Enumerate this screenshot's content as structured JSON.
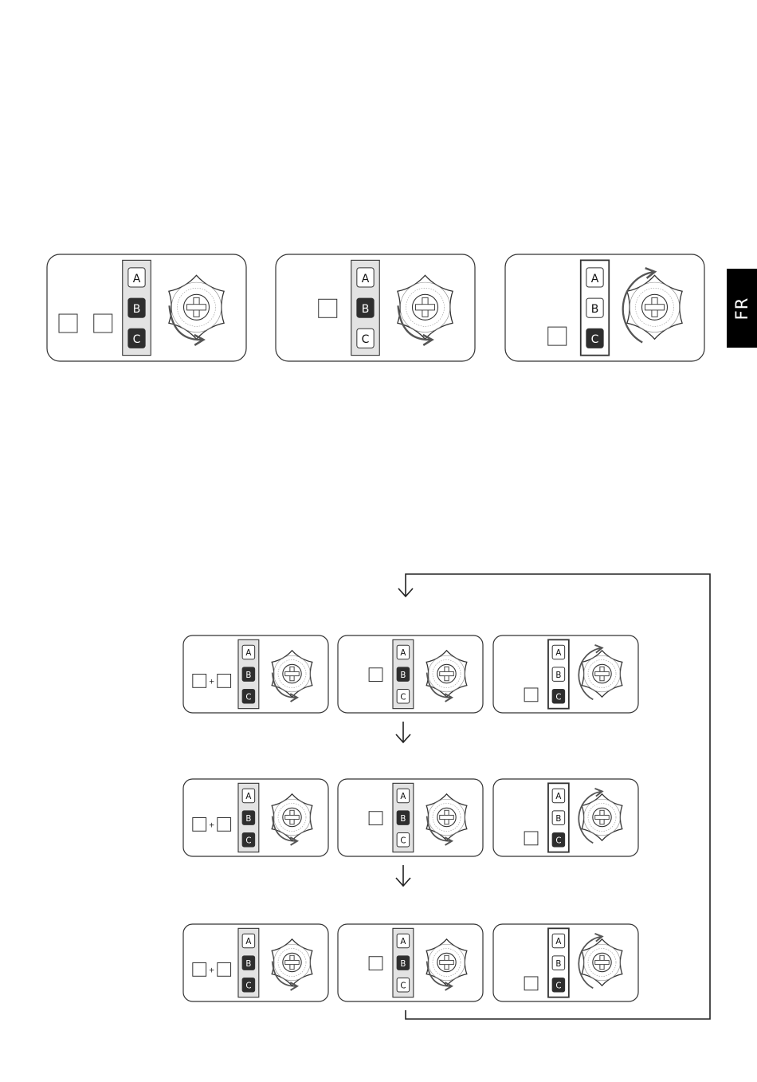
{
  "language_tab": {
    "label": "FR"
  },
  "indicator_labels": [
    "A",
    "B",
    "C"
  ],
  "plus_sign": "+",
  "colors": {
    "ink": "#000000",
    "panel_fill": "#e3e3e3",
    "line": "#555555"
  },
  "top_row": [
    {
      "name": "panel-mode-b-c",
      "lit": [
        "B",
        "C"
      ],
      "strip_style": "light",
      "buttons": 2,
      "plus": false,
      "rotation": "clockwise-down"
    },
    {
      "name": "panel-mode-b",
      "lit": [
        "B"
      ],
      "strip_style": "light",
      "buttons": 1,
      "plus": false,
      "rotation": "clockwise-down"
    },
    {
      "name": "panel-mode-c",
      "lit": [
        "C"
      ],
      "strip_style": "dark",
      "buttons": 1,
      "plus": false,
      "rotation": "full-turn"
    }
  ],
  "sequence_rows": [
    [
      {
        "name": "seq-1-step-1",
        "lit": [
          "B",
          "C"
        ],
        "strip_style": "light",
        "buttons": 2,
        "plus": true,
        "rotation": "clockwise-down"
      },
      {
        "name": "seq-1-step-2",
        "lit": [
          "B"
        ],
        "strip_style": "light",
        "buttons": 1,
        "plus": false,
        "rotation": "clockwise-down"
      },
      {
        "name": "seq-1-step-3",
        "lit": [
          "C"
        ],
        "strip_style": "dark",
        "buttons": 1,
        "plus": false,
        "rotation": "full-turn"
      }
    ],
    [
      {
        "name": "seq-2-step-1",
        "lit": [
          "B",
          "C"
        ],
        "strip_style": "light",
        "buttons": 2,
        "plus": true,
        "rotation": "clockwise-down"
      },
      {
        "name": "seq-2-step-2",
        "lit": [
          "B"
        ],
        "strip_style": "light",
        "buttons": 1,
        "plus": false,
        "rotation": "clockwise-down"
      },
      {
        "name": "seq-2-step-3",
        "lit": [
          "C"
        ],
        "strip_style": "dark",
        "buttons": 1,
        "plus": false,
        "rotation": "full-turn"
      }
    ],
    [
      {
        "name": "seq-3-step-1",
        "lit": [
          "B",
          "C"
        ],
        "strip_style": "light",
        "buttons": 2,
        "plus": true,
        "rotation": "clockwise-down"
      },
      {
        "name": "seq-3-step-2",
        "lit": [
          "B"
        ],
        "strip_style": "light",
        "buttons": 1,
        "plus": false,
        "rotation": "clockwise-down"
      },
      {
        "name": "seq-3-step-3",
        "lit": [
          "C"
        ],
        "strip_style": "dark",
        "buttons": 1,
        "plus": false,
        "rotation": "full-turn"
      }
    ]
  ]
}
